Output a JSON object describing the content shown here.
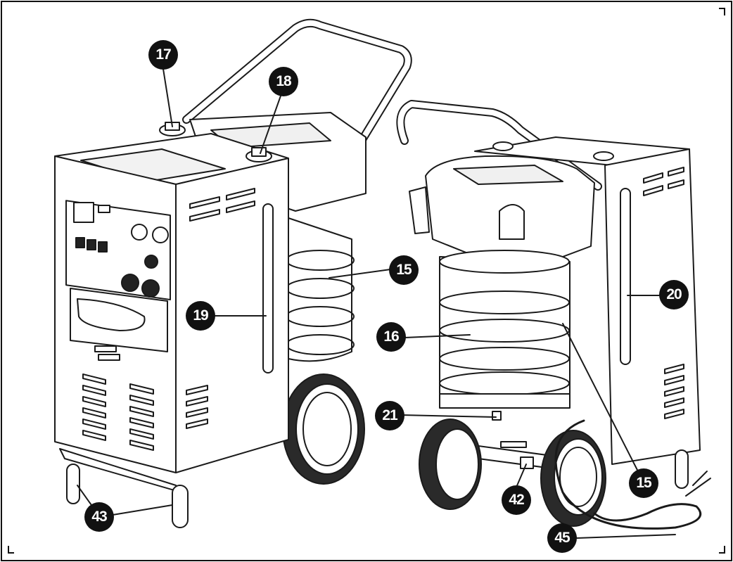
{
  "callouts": {
    "c17": "17",
    "c18": "18",
    "c15a": "15",
    "c19": "19",
    "c16": "16",
    "c20": "20",
    "c21": "21",
    "c15b": "15",
    "c43": "43",
    "c42": "42",
    "c45": "45"
  },
  "colors": {
    "line": "#1a1a1a",
    "fill": "#ffffff",
    "shade": "#e6e6e6",
    "dark": "#2a2a2a",
    "badge": "#111111"
  }
}
